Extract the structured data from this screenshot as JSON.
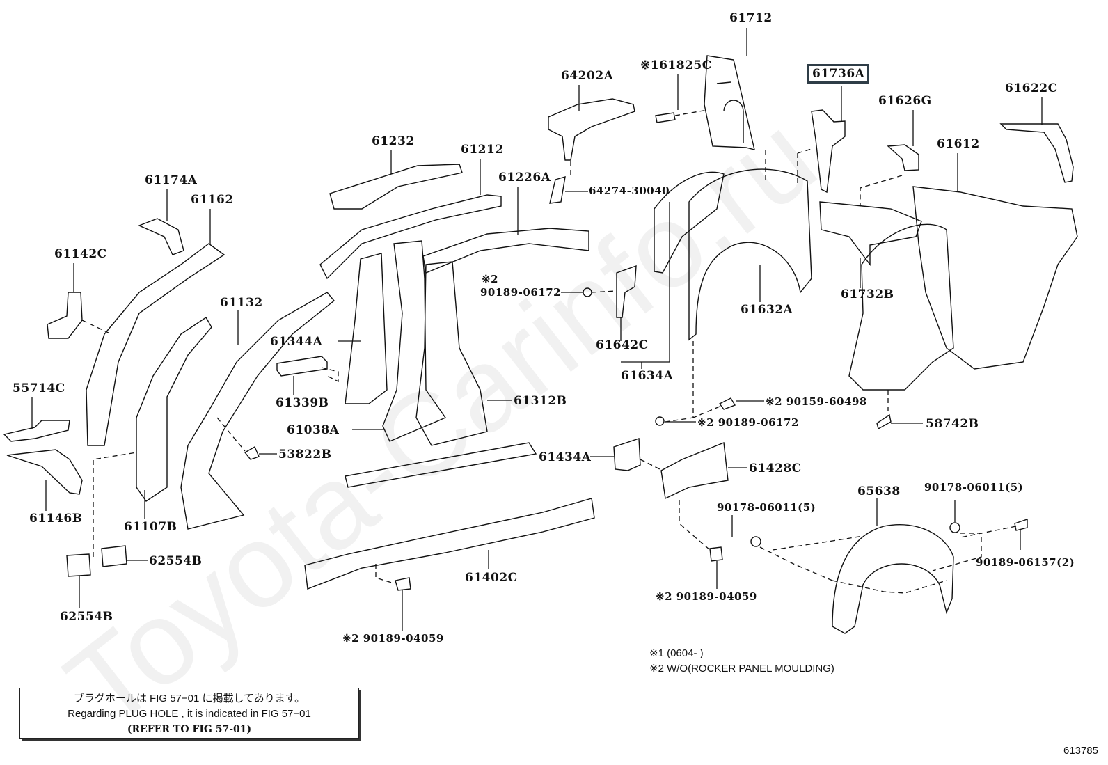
{
  "diagram": {
    "watermark": "Toyota-Carinfo.ru",
    "figure_number": "613785",
    "highlighted_part": "61736A",
    "parts": [
      {
        "id": "p-61712",
        "label": "61712"
      },
      {
        "id": "p-61825c",
        "label": "※161825C"
      },
      {
        "id": "p-64202a",
        "label": "64202A"
      },
      {
        "id": "p-61736a",
        "label": "61736A"
      },
      {
        "id": "p-61622c",
        "label": "61622C"
      },
      {
        "id": "p-61626g",
        "label": "61626G"
      },
      {
        "id": "p-61612",
        "label": "61612"
      },
      {
        "id": "p-61232",
        "label": "61232"
      },
      {
        "id": "p-61212",
        "label": "61212"
      },
      {
        "id": "p-61226a",
        "label": "61226A"
      },
      {
        "id": "p-64274",
        "label": "64274-30040"
      },
      {
        "id": "p-61174a",
        "label": "61174A"
      },
      {
        "id": "p-61162",
        "label": "61162"
      },
      {
        "id": "p-61142c",
        "label": "61142C"
      },
      {
        "id": "p-61132",
        "label": "61132"
      },
      {
        "id": "p-61344a",
        "label": "61344A"
      },
      {
        "id": "p-61339b",
        "label": "61339B"
      },
      {
        "id": "p-61038a",
        "label": "61038A"
      },
      {
        "id": "p-61312b",
        "label": "61312B"
      },
      {
        "id": "p-53822b",
        "label": "53822B"
      },
      {
        "id": "p-55714c",
        "label": "55714C"
      },
      {
        "id": "p-61146b",
        "label": "61146B"
      },
      {
        "id": "p-61107b",
        "label": "61107B"
      },
      {
        "id": "p-62554b-1",
        "label": "62554B"
      },
      {
        "id": "p-62554b-2",
        "label": "62554B"
      },
      {
        "id": "p-61402c",
        "label": "61402C"
      },
      {
        "id": "p-90189-04059-a",
        "label": "※2 90189-04059"
      },
      {
        "id": "p-90189-06172-a-mark",
        "label": "※2"
      },
      {
        "id": "p-90189-06172-a",
        "label": "90189-06172"
      },
      {
        "id": "p-61642c",
        "label": "61642C"
      },
      {
        "id": "p-61634a",
        "label": "61634A"
      },
      {
        "id": "p-61632a",
        "label": "61632A"
      },
      {
        "id": "p-61732b",
        "label": "61732B"
      },
      {
        "id": "p-90159-60498",
        "label": "※2 90159-60498"
      },
      {
        "id": "p-90189-06172-b",
        "label": "※2 90189-06172"
      },
      {
        "id": "p-58742b",
        "label": "58742B"
      },
      {
        "id": "p-61434a",
        "label": "61434A"
      },
      {
        "id": "p-61428c",
        "label": "61428C"
      },
      {
        "id": "p-65638",
        "label": "65638"
      },
      {
        "id": "p-90178-06011-a",
        "label": "90178-06011(5)"
      },
      {
        "id": "p-90178-06011-b",
        "label": "90178-06011(5)"
      },
      {
        "id": "p-90189-06157",
        "label": "90189-06157(2)"
      },
      {
        "id": "p-90189-04059-b",
        "label": "※2 90189-04059"
      }
    ],
    "notes": [
      "※1 (0604-        )",
      "※2 W/O(ROCKER PANEL MOULDING)"
    ],
    "plug_hole_note": {
      "line_jp": "プラグホールは FIG 57−01 に掲載してあります。",
      "line_en": "Regarding  PLUG  HOLE , it is indicated in FIG  57−01",
      "line_ref": "(REFER TO FIG 57-01)"
    }
  }
}
